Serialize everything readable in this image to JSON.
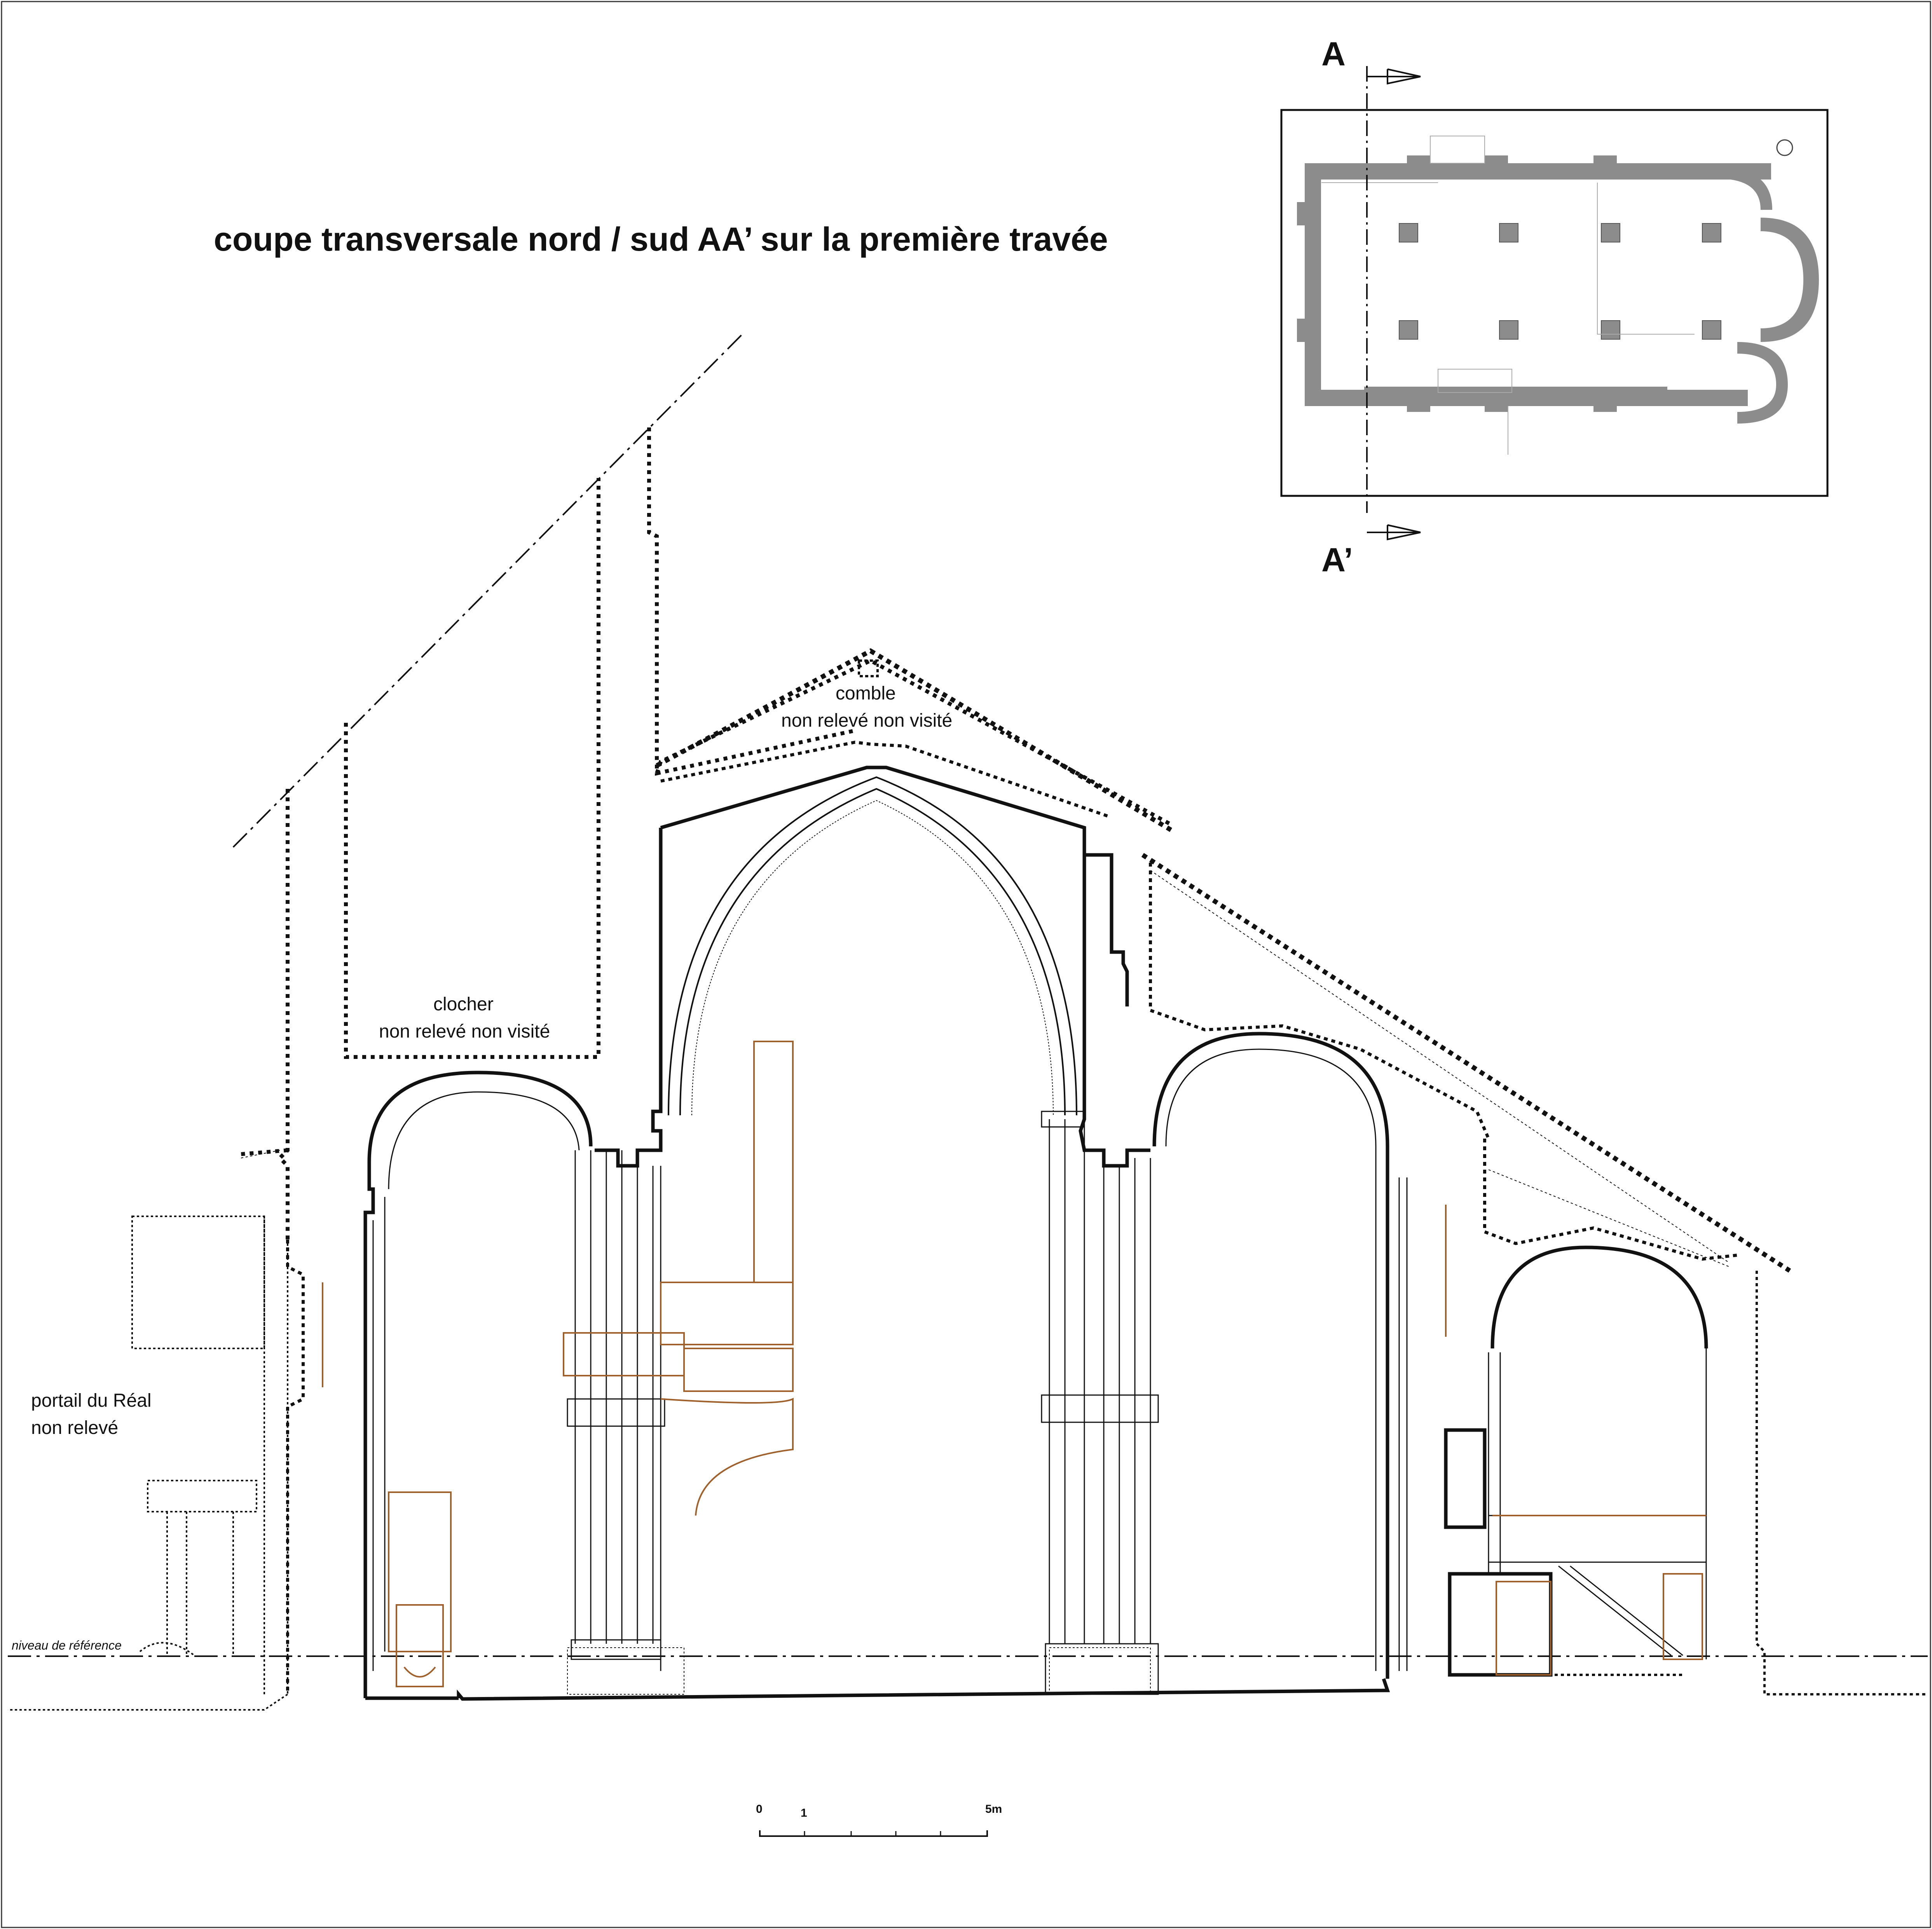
{
  "drawing": {
    "title": "coupe transversale nord / sud AA’ sur la première travée",
    "labels": {
      "bell_tower_line1": "clocher",
      "bell_tower_line2": "non relevé non visité",
      "attic_line1": "comble",
      "attic_line2": "non relevé non visité",
      "portal_line1": "portail du Réal",
      "portal_line2": "non relevé",
      "reference_level": "niveau de référence"
    },
    "section_markers": {
      "top": "A",
      "bottom": "A’"
    },
    "scale_bar": {
      "start": "0",
      "one": "1",
      "end": "5m"
    },
    "colors": {
      "ink": "#111111",
      "timber": "#a0602c",
      "plan_fill": "#8c8c8c"
    }
  }
}
